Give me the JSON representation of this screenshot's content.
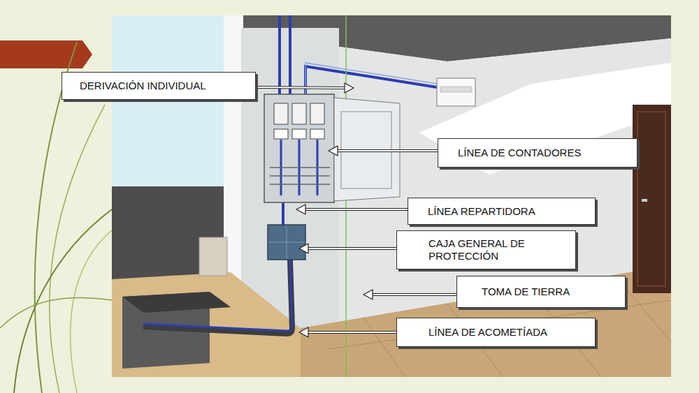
{
  "diagram": {
    "nodes": [
      {
        "text": [
          "DERIVACIÓN INDIVIDUAL"
        ]
      },
      {
        "text": [
          "LÍNEA DE CONTADORES"
        ]
      },
      {
        "text": [
          "LÍNEA REPARTIDORA"
        ]
      },
      {
        "text": [
          "CAJA GENERAL DE PROTECCIÓN"
        ]
      },
      {
        "text": [
          "TOMA DE TIERRA"
        ]
      },
      {
        "text": [
          "LÍNEA DE ACOMETÍADA"
        ]
      }
    ]
  }
}
